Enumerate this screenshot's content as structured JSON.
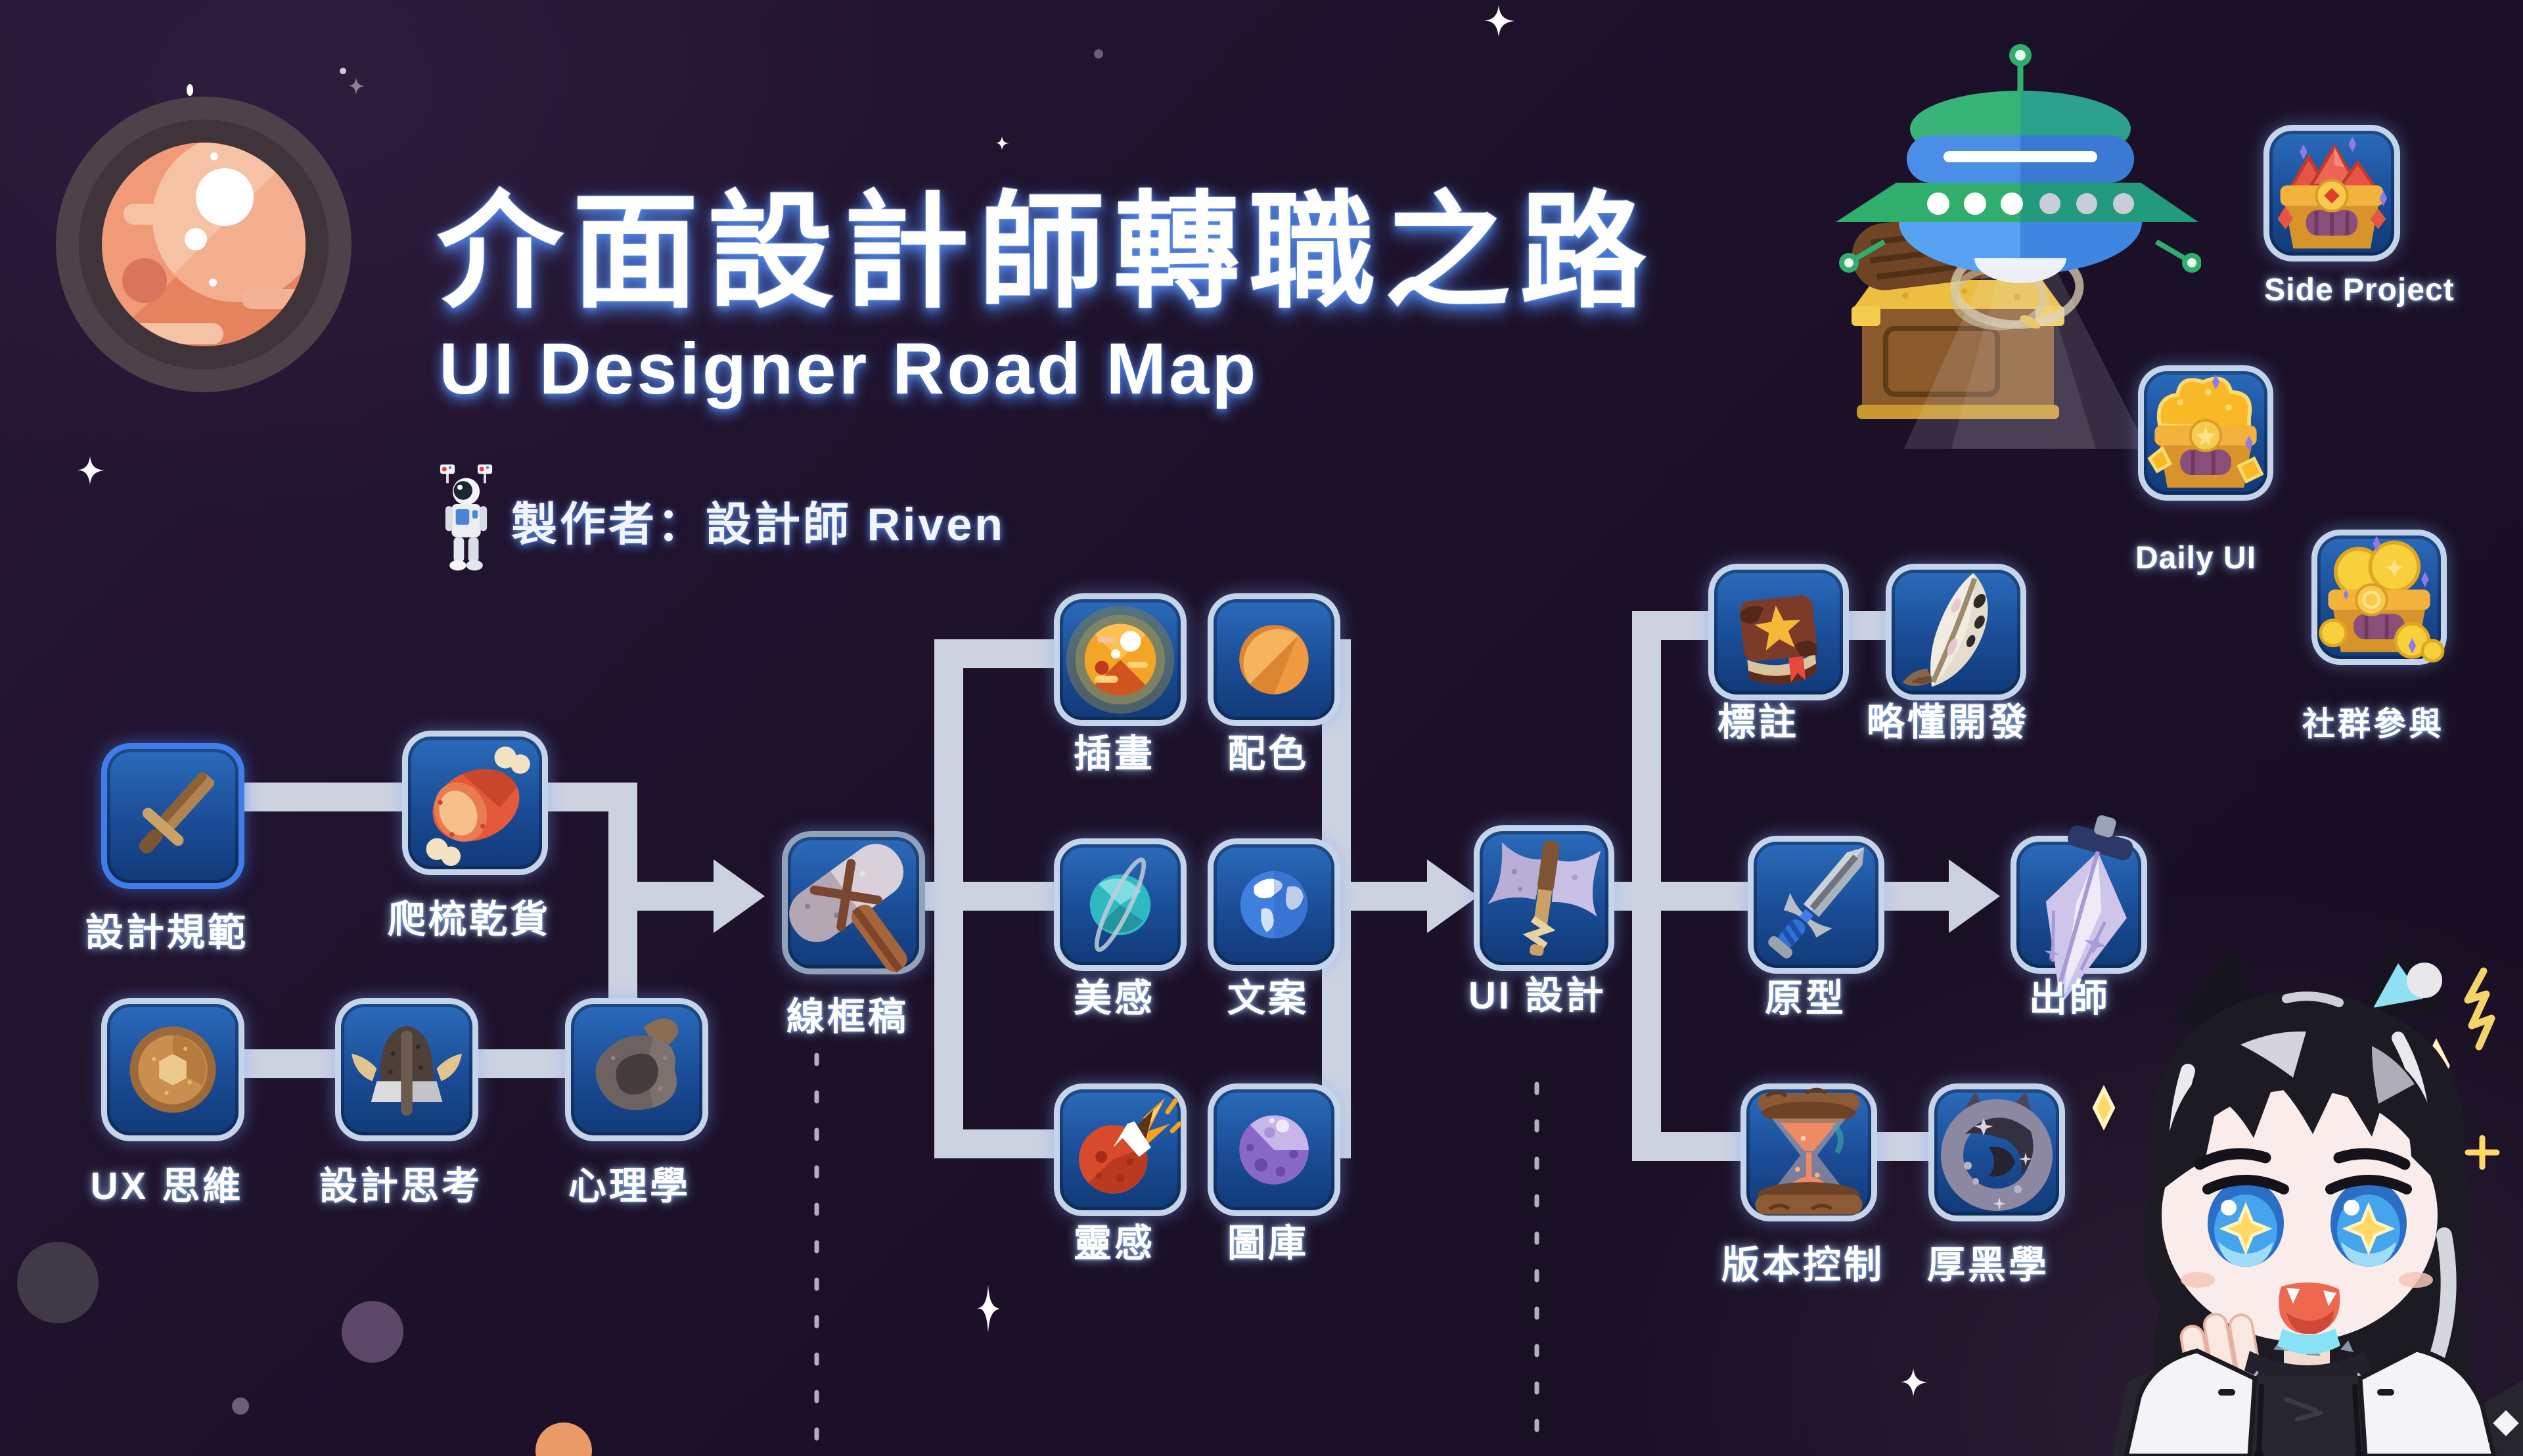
{
  "header": {
    "title": "介面設計師轉職之路",
    "subtitle": "UI Designer Road Map",
    "author": "製作者：設計師 Riven"
  },
  "colors": {
    "background": "#1c1129",
    "tile_fill_top": "#2b6bbb",
    "tile_fill_bottom": "#113a77",
    "tile_border_default": "#c6d4ea",
    "tile_border_highlight": "#3f7de8",
    "connector": "#ccd2e0",
    "label_text": "#ffffff",
    "title_glow": "#5692ff"
  },
  "nodes": [
    {
      "id": "design-spec",
      "label": "設計規範",
      "icon": "wooden-sword",
      "stage": 1
    },
    {
      "id": "curate",
      "label": "爬梳乾貨",
      "icon": "meat",
      "stage": 1
    },
    {
      "id": "ux-mindset",
      "label": "UX 思維",
      "icon": "wooden-shield",
      "stage": 1
    },
    {
      "id": "design-thinking",
      "label": "設計思考",
      "icon": "viking-helmet",
      "stage": 1
    },
    {
      "id": "psychology",
      "label": "心理學",
      "icon": "stone-relic",
      "stage": 1
    },
    {
      "id": "wireframe",
      "label": "線框稿",
      "icon": "stone-hammer",
      "stage": 2
    },
    {
      "id": "illustration",
      "label": "插畫",
      "icon": "glowing-planet",
      "stage": 2
    },
    {
      "id": "color",
      "label": "配色",
      "icon": "orange-orb",
      "stage": 2
    },
    {
      "id": "aesthetics",
      "label": "美感",
      "icon": "ringed-planet",
      "stage": 2
    },
    {
      "id": "copywriting",
      "label": "文案",
      "icon": "earth-globe",
      "stage": 2
    },
    {
      "id": "inspiration",
      "label": "靈感",
      "icon": "comet-planet",
      "stage": 2
    },
    {
      "id": "stock-library",
      "label": "圖庫",
      "icon": "purple-planet",
      "stage": 2
    },
    {
      "id": "ui-design",
      "label": "UI 設計",
      "icon": "battle-axe",
      "stage": 3
    },
    {
      "id": "annotation",
      "label": "標註",
      "icon": "spellbook",
      "stage": 3
    },
    {
      "id": "dev-basics",
      "label": "略懂開發",
      "icon": "feather-quill",
      "stage": 3
    },
    {
      "id": "prototype",
      "label": "原型",
      "icon": "steel-sword",
      "stage": 3
    },
    {
      "id": "mastery",
      "label": "出師",
      "icon": "crystal-sword",
      "stage": 3
    },
    {
      "id": "version-control",
      "label": "版本控制",
      "icon": "magic-hourglass",
      "stage": 3
    },
    {
      "id": "dark-arts",
      "label": "厚黑學",
      "icon": "shadow-ring",
      "stage": 3
    }
  ],
  "edges": [
    [
      "design-spec",
      "curate"
    ],
    [
      "curate",
      "wireframe"
    ],
    [
      "ux-mindset",
      "design-thinking"
    ],
    [
      "design-thinking",
      "psychology"
    ],
    [
      "psychology",
      "wireframe"
    ],
    [
      "wireframe",
      "illustration"
    ],
    [
      "wireframe",
      "color"
    ],
    [
      "wireframe",
      "aesthetics"
    ],
    [
      "wireframe",
      "copywriting"
    ],
    [
      "wireframe",
      "inspiration"
    ],
    [
      "wireframe",
      "stock-library"
    ],
    [
      "aesthetics",
      "ui-design"
    ],
    [
      "ui-design",
      "annotation"
    ],
    [
      "ui-design",
      "prototype"
    ],
    [
      "ui-design",
      "version-control"
    ],
    [
      "annotation",
      "dev-basics"
    ],
    [
      "prototype",
      "mastery"
    ],
    [
      "version-control",
      "dark-arts"
    ]
  ],
  "side_quests": [
    {
      "label": "Side Project",
      "icon": "treasure-chest-gems"
    },
    {
      "label": "Daily UI",
      "icon": "treasure-chest-stars"
    },
    {
      "label": "社群參與",
      "icon": "treasure-chest-coins"
    }
  ],
  "illustrations": [
    "planet",
    "ufo-beam",
    "treasure-chest-log",
    "astronaut",
    "wolf-ear-character"
  ]
}
